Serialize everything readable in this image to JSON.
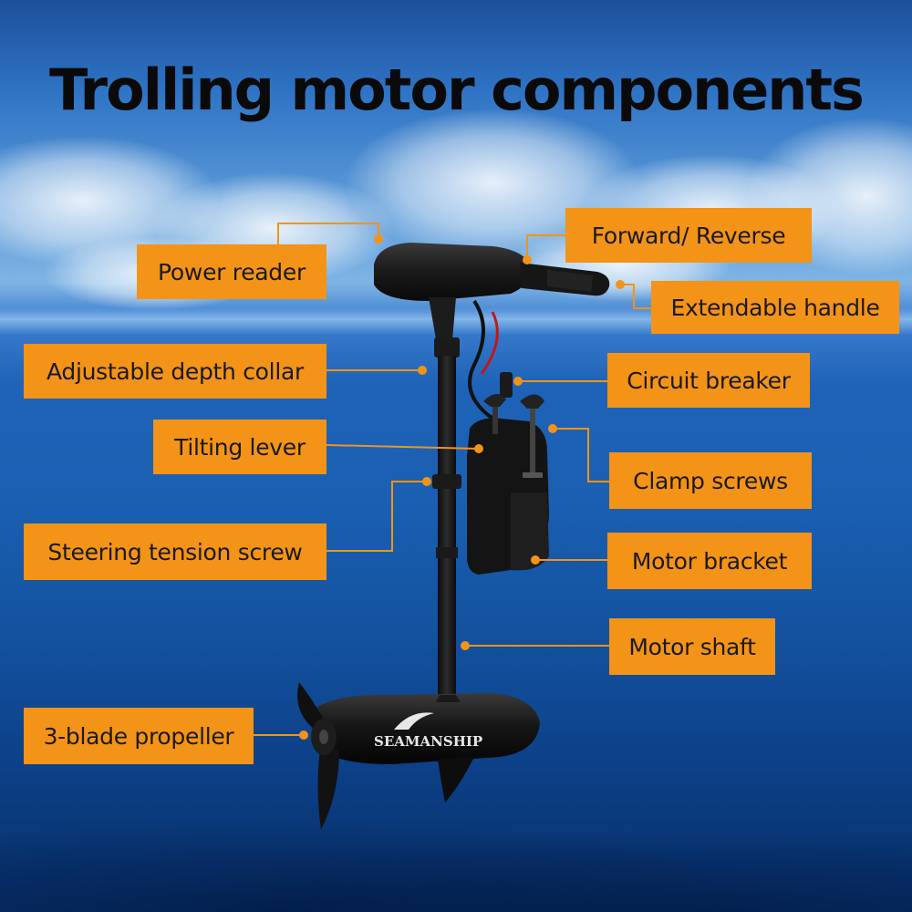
{
  "title": "Trolling motor components",
  "brand": "SEAMANSHIP",
  "labels": {
    "power_reader": "Power reader",
    "forward_reverse": "Forward/ Reverse",
    "extendable_handle": "Extendable handle",
    "adjustable_depth_collar": "Adjustable depth collar",
    "circuit_breaker": "Circuit breaker",
    "tilting_lever": "Tilting lever",
    "clamp_screws": "Clamp screws",
    "steering_tension_screw": "Steering tension screw",
    "motor_bracket": "Motor bracket",
    "motor_shaft": "Motor shaft",
    "three_blade_propeller": "3-blade propeller"
  },
  "colors": {
    "label_bg": "#f39318",
    "leader_line": "#f39318",
    "motor_body": "#141414"
  }
}
